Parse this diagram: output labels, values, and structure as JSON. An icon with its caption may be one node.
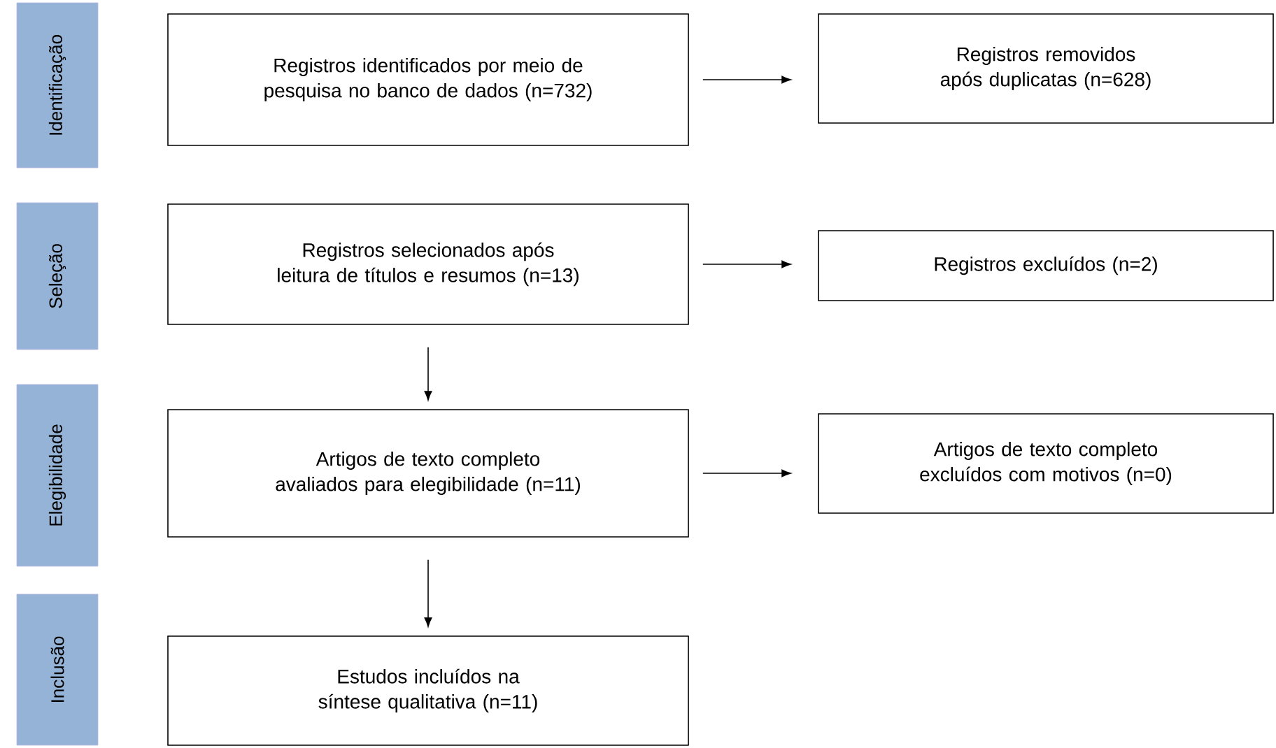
{
  "diagram": {
    "nodes": [
      {
        "text": [
          "Identificação"
        ]
      },
      {
        "text": [
          "Registros identificados por meio de pesquisa no banco de dados (n=732)"
        ]
      },
      {
        "text": [
          "Registros removidos após duplicatas (n=628)"
        ]
      },
      {
        "text": [
          "Seleção"
        ]
      },
      {
        "text": [
          "Registros selecionados após leitura de títulos e resumos (n=13)"
        ]
      },
      {
        "text": [
          "Registros excluídos (n=2)"
        ]
      },
      {
        "text": [
          "Elegibilidade"
        ]
      },
      {
        "text": [
          "Artigos de texto completo avaliados para elegibilidade (n=11)"
        ]
      },
      {
        "text": [
          "Artigos de texto completo excluídos com motivos (n=0)"
        ]
      },
      {
        "text": [
          "Inclusão"
        ]
      },
      {
        "text": [
          "Estudos incluídos na síntese qualitativa (n=11)"
        ]
      }
    ],
    "edges": [
      {
        "from": 1,
        "to": 2,
        "arrow": "to"
      },
      {
        "from": 4,
        "to": 5,
        "arrow": "to"
      },
      {
        "from": 4,
        "to": 7,
        "arrow": "to"
      },
      {
        "from": 7,
        "to": 8,
        "arrow": "to"
      },
      {
        "from": 7,
        "to": 10,
        "arrow": "to"
      }
    ]
  }
}
